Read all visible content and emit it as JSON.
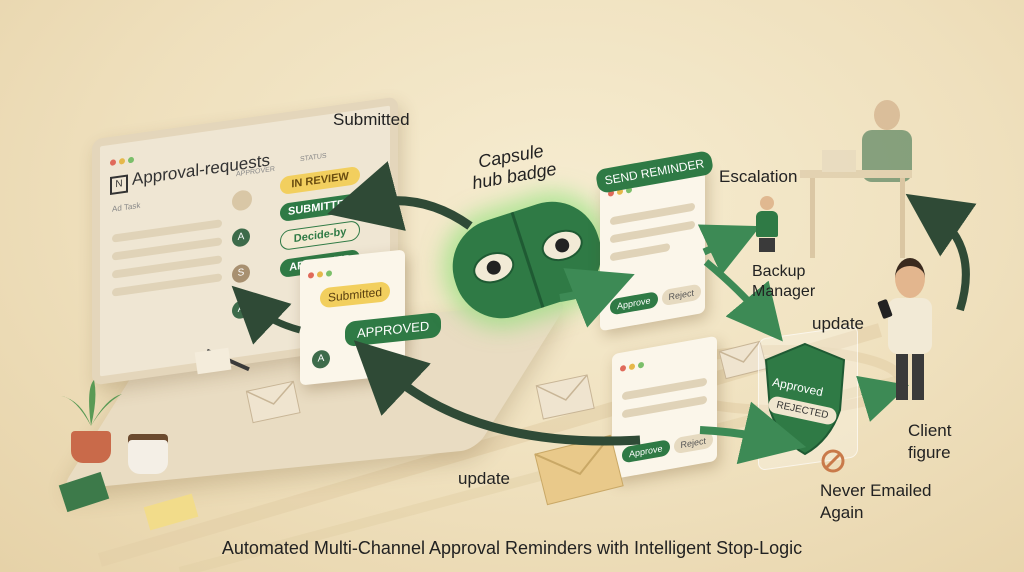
{
  "caption": "Automated Multi-Channel Approval Reminders with Intelligent Stop-Logic",
  "labels": {
    "submitted": "Submitted",
    "capsule": "Capsule\nhub badge",
    "escalation": "Escalation",
    "backup_manager": "Backup\nManager",
    "update_right": "update",
    "update_bottom": "update",
    "client_figure": "Client\nfigure",
    "never_emailed": "Never Emailed\nAgain"
  },
  "laptop": {
    "title": "Approval-requests",
    "col_task": "Ad Task",
    "col_approver": "APPROVER",
    "col_status": "STATUS",
    "statuses": [
      "IN REVIEW",
      "SUBMITTED",
      "Decide-by",
      "APPROVED"
    ],
    "avatars": [
      "A",
      "S",
      "A"
    ]
  },
  "front_card": {
    "submitted": "Submitted",
    "approved": "APPROVED",
    "avatar": "A"
  },
  "reminder_card": {
    "header": "SEND REMINDER",
    "approve": "Approve",
    "reject": "Reject"
  },
  "bottom_card": {
    "approve": "Approve",
    "reject": "Reject"
  },
  "shield": {
    "approved": "Approved",
    "rejected": "REJECTED"
  },
  "colors": {
    "green": "#2f7a45",
    "glow": "#7be06a",
    "cream": "#f3e8cf",
    "yellow": "#f2cf5e"
  }
}
